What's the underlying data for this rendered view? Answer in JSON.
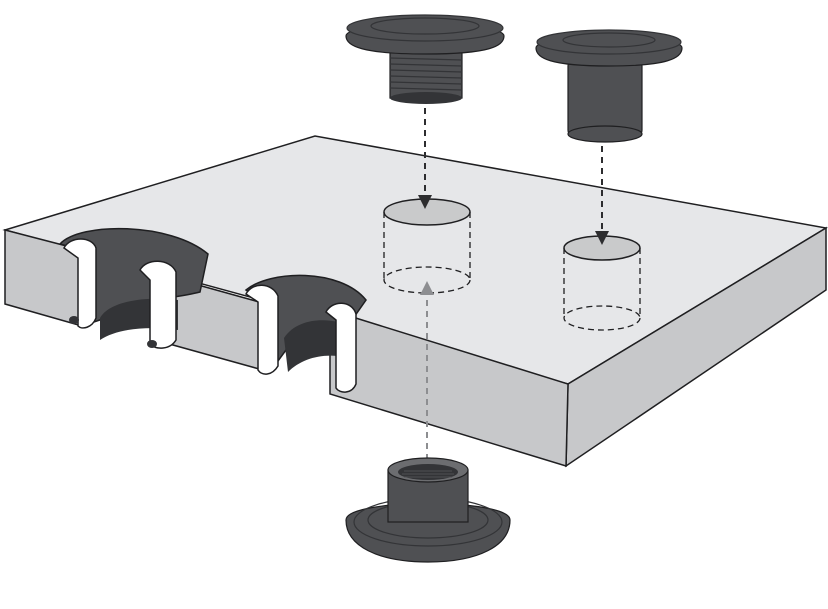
{
  "diagram": {
    "labels": [],
    "components": [
      {
        "id": "threaded-male-fastener",
        "kind": "flanged threaded stud"
      },
      {
        "id": "smooth-male-fastener",
        "kind": "flanged smooth stud"
      },
      {
        "id": "threaded-female-fastener",
        "kind": "flanged threaded sleeve"
      },
      {
        "id": "panel",
        "kind": "flat panel with cut-away bores"
      }
    ]
  },
  "colors": {
    "background": "#ffffff",
    "panel_top": "#e6e7e9",
    "panel_side": "#c7c8ca",
    "fastener": "#4f5053",
    "fastener_dark": "#333437",
    "fastener_light": "#6c6d70",
    "hole_fill": "#c9cacb",
    "outline": "#1f1f21",
    "arrow_dark": "#2d2d2f",
    "arrow_light": "#8d8e91"
  }
}
